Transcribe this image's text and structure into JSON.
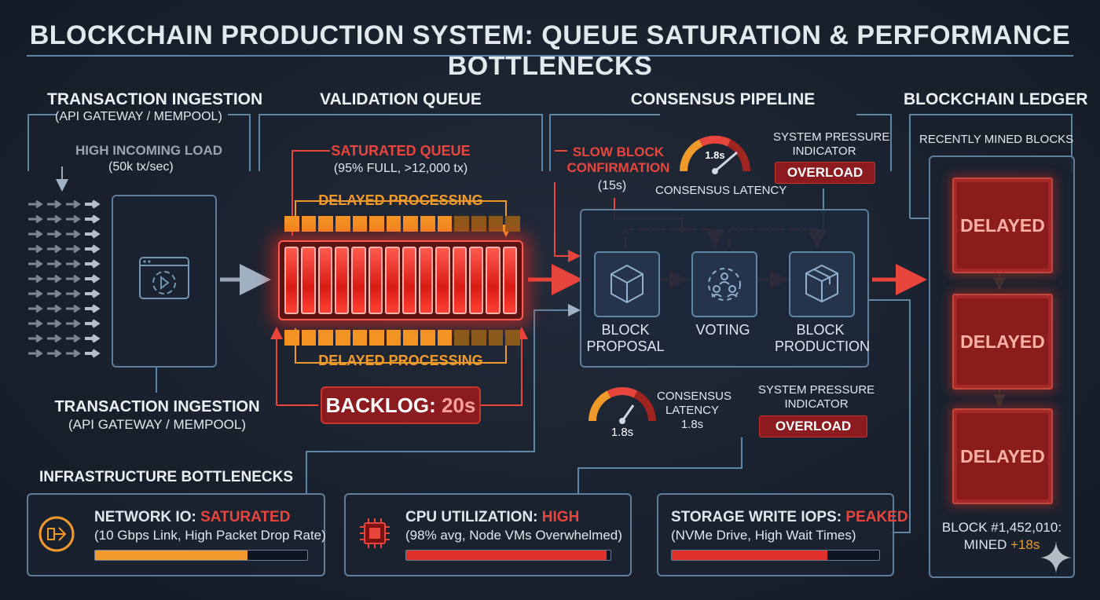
{
  "title": "BLOCKCHAIN PRODUCTION SYSTEM: QUEUE SATURATION & PERFORMANCE BOTTLENECKS",
  "ingestion": {
    "heading": "TRANSACTION INGESTION",
    "subheading": "(API GATEWAY / MEMPOOL)",
    "load_label": "HIGH INCOMING LOAD",
    "load_value": "(50k tx/sec)",
    "bottom_heading": "TRANSACTION INGESTION",
    "bottom_subheading": "(API GATEWAY / MEMPOOL)"
  },
  "validation": {
    "heading": "VALIDATION QUEUE",
    "saturated_label": "SATURATED QUEUE",
    "saturated_detail": "(95% FULL, >12,000 tx)",
    "delayed_top": "DELAYED PROCESSING",
    "delayed_bottom": "DELAYED PROCESSING",
    "backlog_label": "BACKLOG:",
    "backlog_value": "20s",
    "queue_slots": 14
  },
  "consensus": {
    "heading": "CONSENSUS PIPELINE",
    "slow_label_1": "SLOW BLOCK",
    "slow_label_2": "CONFIRMATION",
    "slow_value": "(15s)",
    "gauge_top_value": "1.8s",
    "gauge_top_label": "CONSENSUS LATENCY",
    "pressure_top_1": "SYSTEM PRESSURE",
    "pressure_top_2": "INDICATOR",
    "pressure_top_badge": "OVERLOAD",
    "stages": [
      "BLOCK PROPOSAL",
      "VOTING",
      "BLOCK PRODUCTION"
    ],
    "stage_lines": [
      [
        "BLOCK",
        "PROPOSAL"
      ],
      [
        "VOTING"
      ],
      [
        "BLOCK",
        "PRODUCTION"
      ]
    ],
    "gauge_bottom_value": "1.8s",
    "gauge_bottom_label_1": "CONSENSUS",
    "gauge_bottom_label_2": "LATENCY",
    "gauge_bottom_label_3": "1.8s",
    "pressure_bottom_1": "SYSTEM PRESSURE",
    "pressure_bottom_2": "INDICATOR",
    "pressure_bottom_badge": "OVERLOAD"
  },
  "ledger": {
    "heading": "BLOCKCHAIN LEDGER",
    "subheading": "RECENTLY MINED BLOCKS",
    "blocks": [
      "DELAYED",
      "DELAYED",
      "DELAYED"
    ],
    "block_number": "BLOCK #1,452,010:",
    "mined_label": "MINED",
    "mined_delay": "+18s"
  },
  "infrastructure": {
    "heading": "INFRASTRUCTURE BOTTLENECKS",
    "items": [
      {
        "name": "NETWORK IO:",
        "status": "SATURATED",
        "detail": "(10 Gbps Link, High Packet Drop Rate)",
        "level": 0.72,
        "color": "#f29a2e",
        "icon": "network-router-icon"
      },
      {
        "name": "CPU UTILIZATION:",
        "status": "HIGH",
        "detail": "(98% avg, Node VMs Overwhelmed)",
        "level": 0.98,
        "color": "#e0302a",
        "icon": "cpu-chip-icon"
      },
      {
        "name": "STORAGE WRITE IOPS:",
        "status": "PEAKED",
        "detail": "(NVMe Drive, High Wait Times)",
        "level": 0.75,
        "color": "#e0302a",
        "icon": "storage-drive-icon"
      }
    ]
  },
  "colors": {
    "accent_red": "#e8463d",
    "accent_orange": "#f09a2b",
    "frame_blue": "#5d85a6",
    "background": "#1b2230"
  }
}
